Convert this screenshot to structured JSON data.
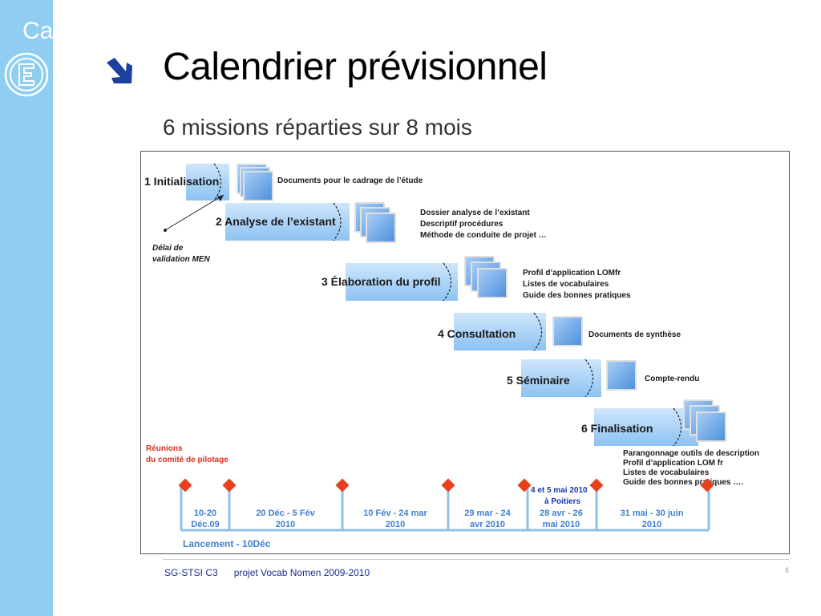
{
  "sidebar": {
    "text": "Ca"
  },
  "title": "Calendrier prévisionnel",
  "subtitle": "6 missions réparties sur 8 mois",
  "phases": [
    {
      "label": "1 Initialisation",
      "desc": [
        "Documents pour le cadrage de l’étude"
      ]
    },
    {
      "label": "2 Analyse de l’existant",
      "desc": [
        "Dossier analyse de l’existant",
        "Descriptif procédures",
        "Méthode de conduite de projet …"
      ]
    },
    {
      "label": "3 Élaboration du profil",
      "desc": [
        "Profil d’application LOMfr",
        "Listes de vocabulaires",
        "Guide des bonnes pratiques"
      ]
    },
    {
      "label": "4 Consultation",
      "desc": [
        "Documents de synthèse"
      ]
    },
    {
      "label": "5 Séminaire",
      "desc": [
        "Compte-rendu"
      ]
    },
    {
      "label": "6 Finalisation",
      "desc": [
        "Parangonnage outils de description",
        "Profil d’application LOM fr",
        "Listes de vocabulaires",
        "Guide des bonnes pratiques …."
      ]
    }
  ],
  "note": [
    "Délai de",
    "validation MEN"
  ],
  "meetings_label": [
    "Réunions",
    "du comité de pilotage"
  ],
  "highlight": [
    "4 et 5 mai 2010",
    "à Poitiers"
  ],
  "periods": [
    [
      "10-20",
      "Déc.09"
    ],
    [
      "20 Déc - 5 Fév",
      "2010"
    ],
    [
      "10 Fév -  24 mar",
      "2010"
    ],
    [
      "29 mar - 24",
      "avr 2010"
    ],
    [
      "28 avr - 26",
      "mai 2010"
    ],
    [
      "31 mai - 30 juin",
      "2010"
    ]
  ],
  "launch": "Lancement - 10Déc",
  "footer": {
    "org": "SG-STSI C3",
    "project": "projet Vocab Nomen 2009-2010",
    "page": "6"
  },
  "colors": {
    "sidebar": "#8fcdf1",
    "bar": "#a9d2f7",
    "doc": "#6fa9e8",
    "marker": "#e8401c",
    "timeline": "#8fc0ea",
    "footer_text": "#1d2f8f"
  }
}
